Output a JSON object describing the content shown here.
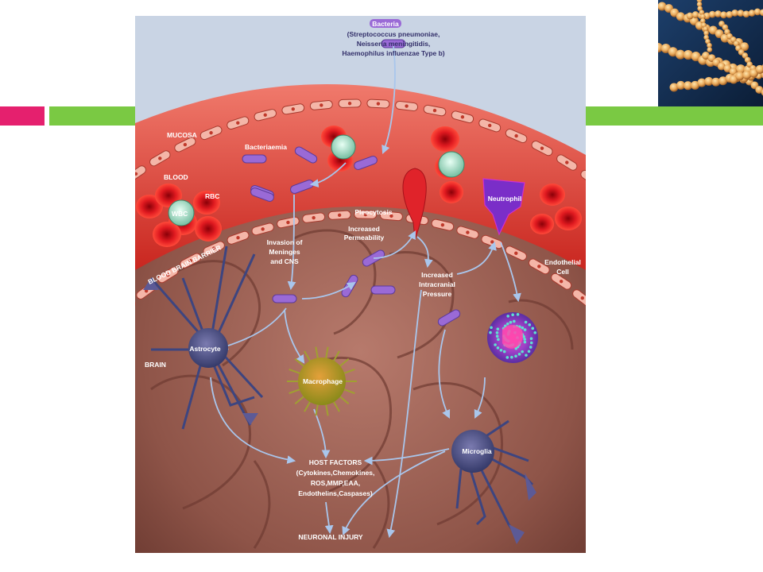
{
  "colors": {
    "accent_pink": "#e5206e",
    "accent_green": "#7ac943",
    "arrow": "#a9c6ec",
    "bacteria": "#9a6ad6",
    "rbc": "#d8141c",
    "brain": "#a66a5e"
  },
  "diagram": {
    "labels": {
      "bacteria_title": "Bacteria",
      "bacteria_species_1": "(Streptococcus pneumoniae,",
      "bacteria_species_2": "Neisseria meningitidis,",
      "bacteria_species_3": "Haemophilus influenzae Type b)",
      "mucosa": "MUCOSA",
      "bacteriaemia": "Bacteriaemia",
      "blood": "BLOOD",
      "rbc": "RBC",
      "wbc": "WBC",
      "blood_brain_barrier": "BLOOD BRAIN BARRIER",
      "pleocytosis": "Pleocytosis",
      "increased_permeability_1": "Increased",
      "increased_permeability_2": "Permeability",
      "neutrophil": "Neutrophil",
      "invasion_1": "Invasion of",
      "invasion_2": "Meninges",
      "invasion_3": "and CNS",
      "intracranial_1": "Increased",
      "intracranial_2": "Intracranial",
      "intracranial_3": "Pressure",
      "endothelial_1": "Endothelial",
      "endothelial_2": "Cell",
      "brain": "BRAIN",
      "astrocyte": "Astrocyte",
      "macrophage": "Macrophage",
      "microglia": "Microglia",
      "host_factors_1": "HOST FACTORS",
      "host_factors_2": "(Cytokines,Chemokines,",
      "host_factors_3": "ROS,MMP,EAA,",
      "host_factors_4": "Endothelins,Caspases)",
      "neuronal_injury": "NEURONAL INJURY"
    }
  }
}
